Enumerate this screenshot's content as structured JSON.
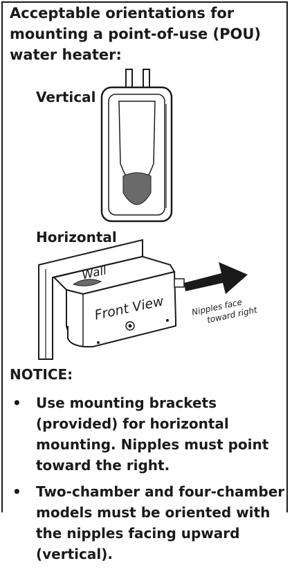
{
  "title": "Acceptable orientations for mounting a point-of-use (POU) water heater:",
  "vertical": {
    "label": "Vertical"
  },
  "horizontal": {
    "label": "Horizontal",
    "wall_label": "Wall",
    "front_label": "Front View",
    "arrow_label_line1": "Nipples face",
    "arrow_label_line2": "toward right"
  },
  "notice": {
    "heading": "NOTICE:",
    "bullet_symbol": "•",
    "items": [
      "Use mounting brackets (provided) for horizontal mounting.  Nipples must point toward the right.",
      "Two-chamber and four-chamber models must be oriented with the nipples facing upward (vertical)."
    ]
  }
}
